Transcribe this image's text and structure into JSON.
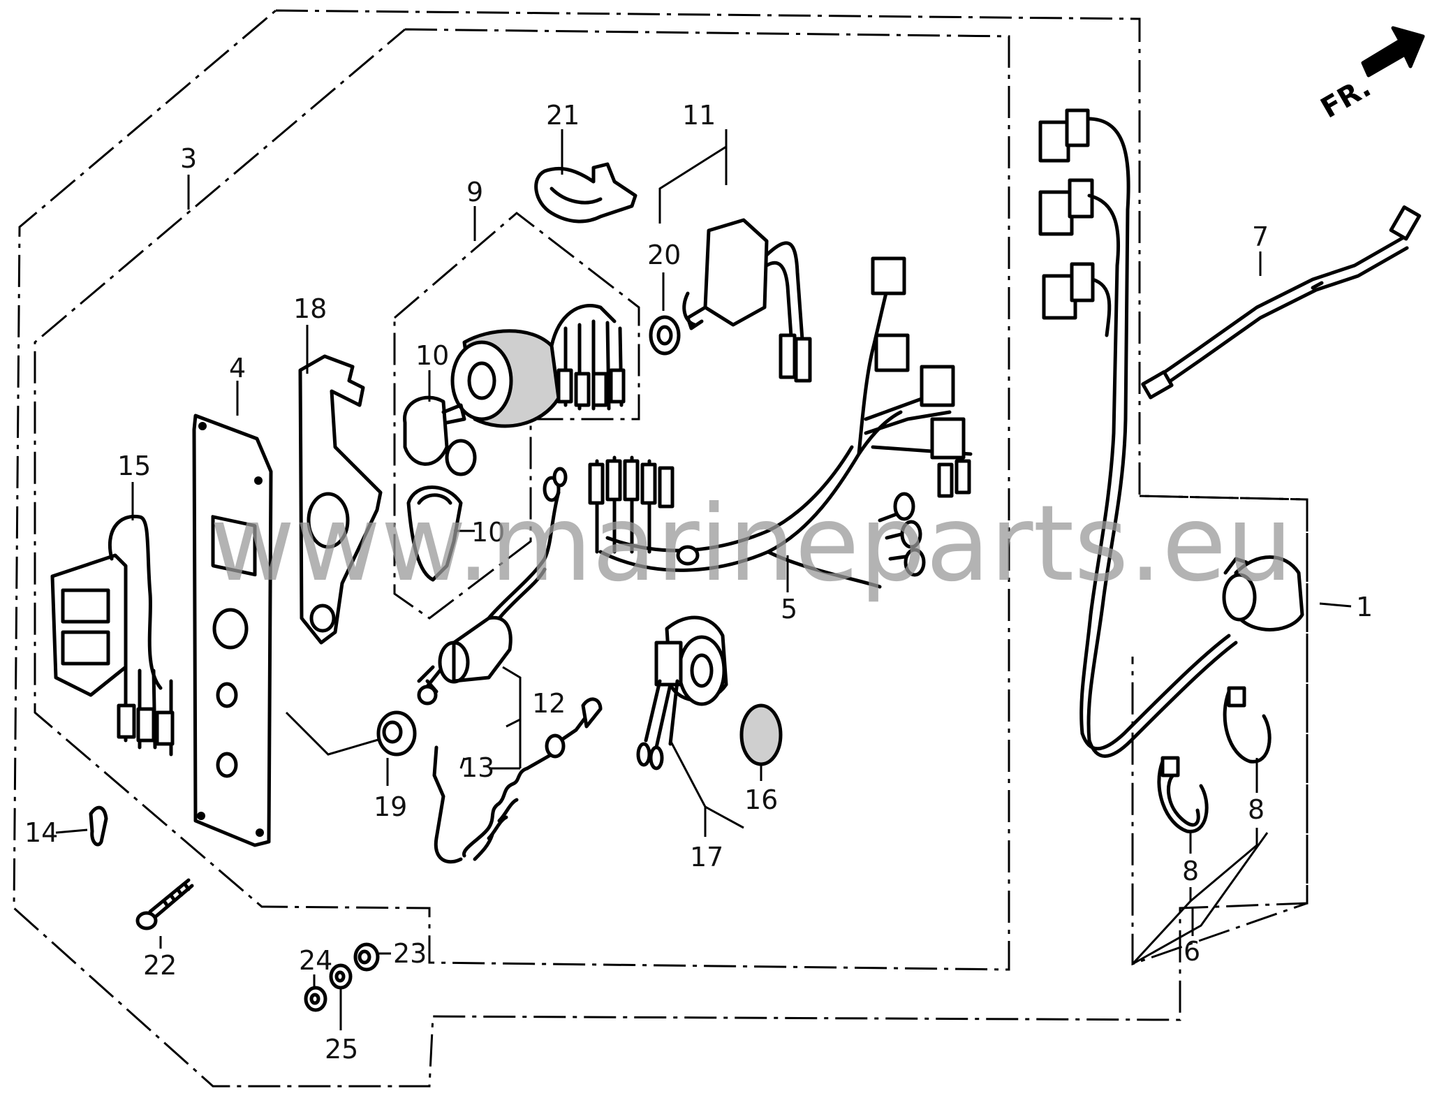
{
  "watermark": "www.marineparts.eu",
  "direction_label": "FR.",
  "callouts": {
    "c1": "1",
    "c3": "3",
    "c4": "4",
    "c5": "5",
    "c6": "6",
    "c7": "7",
    "c8a": "8",
    "c8b": "8",
    "c9": "9",
    "c10a": "10",
    "c10b": "10",
    "c11": "11",
    "c12": "12",
    "c13": "13",
    "c14": "14",
    "c15": "15",
    "c16": "16",
    "c17": "17",
    "c18": "18",
    "c19": "19",
    "c20": "20",
    "c21": "21",
    "c22": "22",
    "c23": "23",
    "c24": "24",
    "c25": "25"
  }
}
